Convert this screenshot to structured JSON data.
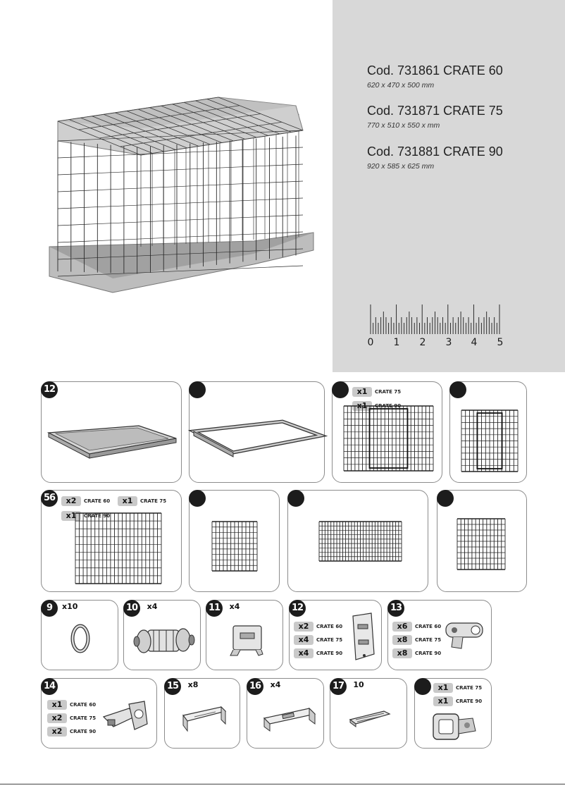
{
  "products": [
    {
      "code": "Cod. 731861 CRATE 60",
      "dims": "620 x 470 x 500 mm"
    },
    {
      "code": "Cod. 731871 CRATE 75",
      "dims": "770 x 510 x 550 x mm"
    },
    {
      "code": "Cod. 731881 CRATE 90",
      "dims": "920 x 585 x 625 mm"
    }
  ],
  "ruler": {
    "labels": [
      "0",
      "1",
      "2",
      "3",
      "4",
      "5"
    ]
  },
  "parts": {
    "p1": {
      "number": "12"
    },
    "p5": {
      "number": "56",
      "qty": [
        {
          "q": "x2",
          "model": "CRATE 60"
        },
        {
          "q": "x1",
          "model": "CRATE 75"
        },
        {
          "q": "x1",
          "model": "CRATE 90"
        }
      ]
    },
    "p3": {
      "qty": [
        {
          "q": "x1",
          "model": "CRATE 75"
        },
        {
          "q": "x1",
          "model": "CRATE 90"
        }
      ]
    },
    "p9": {
      "number": "9",
      "qty": "x10"
    },
    "p10": {
      "number": "10",
      "qty": "x4"
    },
    "p11": {
      "number": "11",
      "qty": "x4"
    },
    "p12": {
      "number": "12",
      "qty": [
        {
          "q": "x2",
          "model": "CRATE 60"
        },
        {
          "q": "x4",
          "model": "CRATE 75"
        },
        {
          "q": "x4",
          "model": "CRATE 90"
        }
      ]
    },
    "p13": {
      "number": "13",
      "qty": [
        {
          "q": "x6",
          "model": "CRATE 60"
        },
        {
          "q": "x8",
          "model": "CRATE 75"
        },
        {
          "q": "x8",
          "model": "CRATE 90"
        }
      ]
    },
    "p14": {
      "number": "14",
      "qty": [
        {
          "q": "x1",
          "model": "CRATE 60"
        },
        {
          "q": "x2",
          "model": "CRATE 75"
        },
        {
          "q": "x2",
          "model": "CRATE 90"
        }
      ]
    },
    "p15": {
      "number": "15",
      "qty": "x8"
    },
    "p16": {
      "number": "16",
      "qty": "x4"
    },
    "p17": {
      "number": "17",
      "qty": "10"
    },
    "p18": {
      "qty": [
        {
          "q": "x1",
          "model": "CRATE 75"
        },
        {
          "q": "x1",
          "model": "CRATE 90"
        }
      ]
    }
  }
}
